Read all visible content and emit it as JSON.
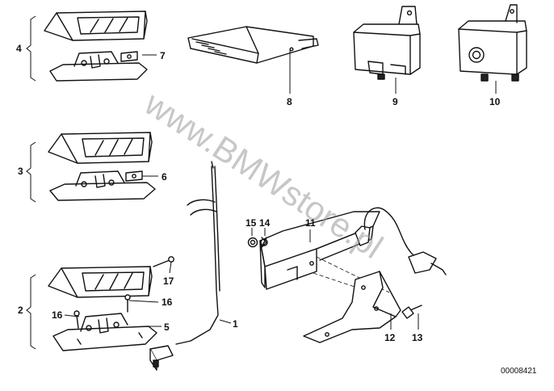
{
  "diagram": {
    "callouts": {
      "c1": "1",
      "c2": "2",
      "c3": "3",
      "c4": "4",
      "c5": "5",
      "c6": "6",
      "c7": "7",
      "c8": "8",
      "c9": "9",
      "c10": "10",
      "c11": "11",
      "c12": "12",
      "c13": "13",
      "c14": "14",
      "c15": "15",
      "c16a": "16",
      "c16b": "16",
      "c17": "17"
    },
    "doc_number": "00008421",
    "watermark": "www.BMWstore.pl"
  }
}
